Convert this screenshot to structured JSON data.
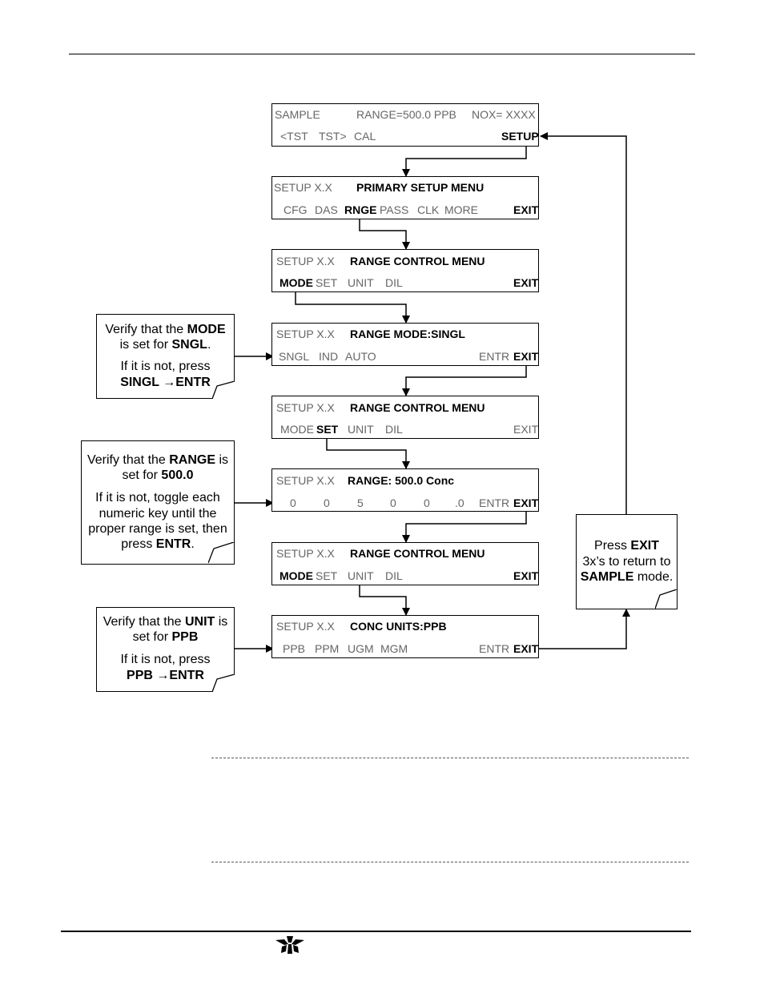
{
  "screens": [
    {
      "title": "SAMPLE",
      "center": "RANGE=500.0 PPB",
      "right": "NOX= XXXX",
      "keys": [
        "<TST",
        "TST>",
        "CAL"
      ],
      "exit": "SETUP"
    },
    {
      "title": "SETUP X.X",
      "center": "PRIMARY SETUP MENU",
      "keys": [
        "CFG",
        "DAS",
        "RNGE",
        "PASS",
        "CLK",
        "MORE"
      ],
      "exit": "EXIT"
    },
    {
      "title": "SETUP X.X",
      "center": "RANGE CONTROL MENU",
      "keys": [
        "MODE",
        "SET",
        "UNIT",
        "DIL"
      ],
      "exit": "EXIT"
    },
    {
      "title": "SETUP X.X",
      "center": "RANGE MODE:SINGL",
      "keys": [
        "SNGL",
        "IND",
        "AUTO"
      ],
      "entr": "ENTR",
      "exit": "EXIT"
    },
    {
      "title": "SETUP X.X",
      "center": "RANGE CONTROL MENU",
      "keys": [
        "MODE",
        "SET",
        "UNIT",
        "DIL"
      ],
      "exit": "EXIT"
    },
    {
      "title": "SETUP X.X",
      "center": "RANGE: 500.0 Conc",
      "keys": [
        "0",
        "0",
        "5",
        "0",
        "0",
        ".0"
      ],
      "entr": "ENTR",
      "exit": "EXIT"
    },
    {
      "title": "SETUP X.X",
      "center": "RANGE CONTROL MENU",
      "keys": [
        "MODE",
        "SET",
        "UNIT",
        "DIL"
      ],
      "exit": "EXIT"
    },
    {
      "title": "SETUP X.X",
      "center": "CONC UNITS:PPB",
      "keys": [
        "PPB",
        "PPM",
        "UGM",
        "MGM"
      ],
      "entr": "ENTR",
      "exit": "EXIT"
    }
  ],
  "notes": {
    "mode": {
      "l1a": "Verify that the ",
      "l1b": "MODE",
      "l2a": "is set for ",
      "l2b": "SNGL",
      "l2c": ".",
      "l3": "If it is not, press",
      "l4": "SINGL →ENTR"
    },
    "range": {
      "l1a": "Verify that the ",
      "l1b": "RANGE",
      "l1c": " is",
      "l2a": "set for ",
      "l2b": "500.0",
      "l3": "If it is not, toggle each",
      "l4": "numeric key until the",
      "l5": "proper range is set, then",
      "l6a": "press ",
      "l6b": "ENTR",
      "l6c": "."
    },
    "unit": {
      "l1a": "Verify that the ",
      "l1b": "UNIT",
      "l1c": " is",
      "l2a": "set for ",
      "l2b": "PPB",
      "l3": "If it is not, press",
      "l4": "PPB →ENTR"
    },
    "exit": {
      "l1a": "Press ",
      "l1b": "EXIT",
      "l2": "3x’s to return to",
      "l3a": "SAMPLE",
      "l3b": " mode."
    }
  }
}
